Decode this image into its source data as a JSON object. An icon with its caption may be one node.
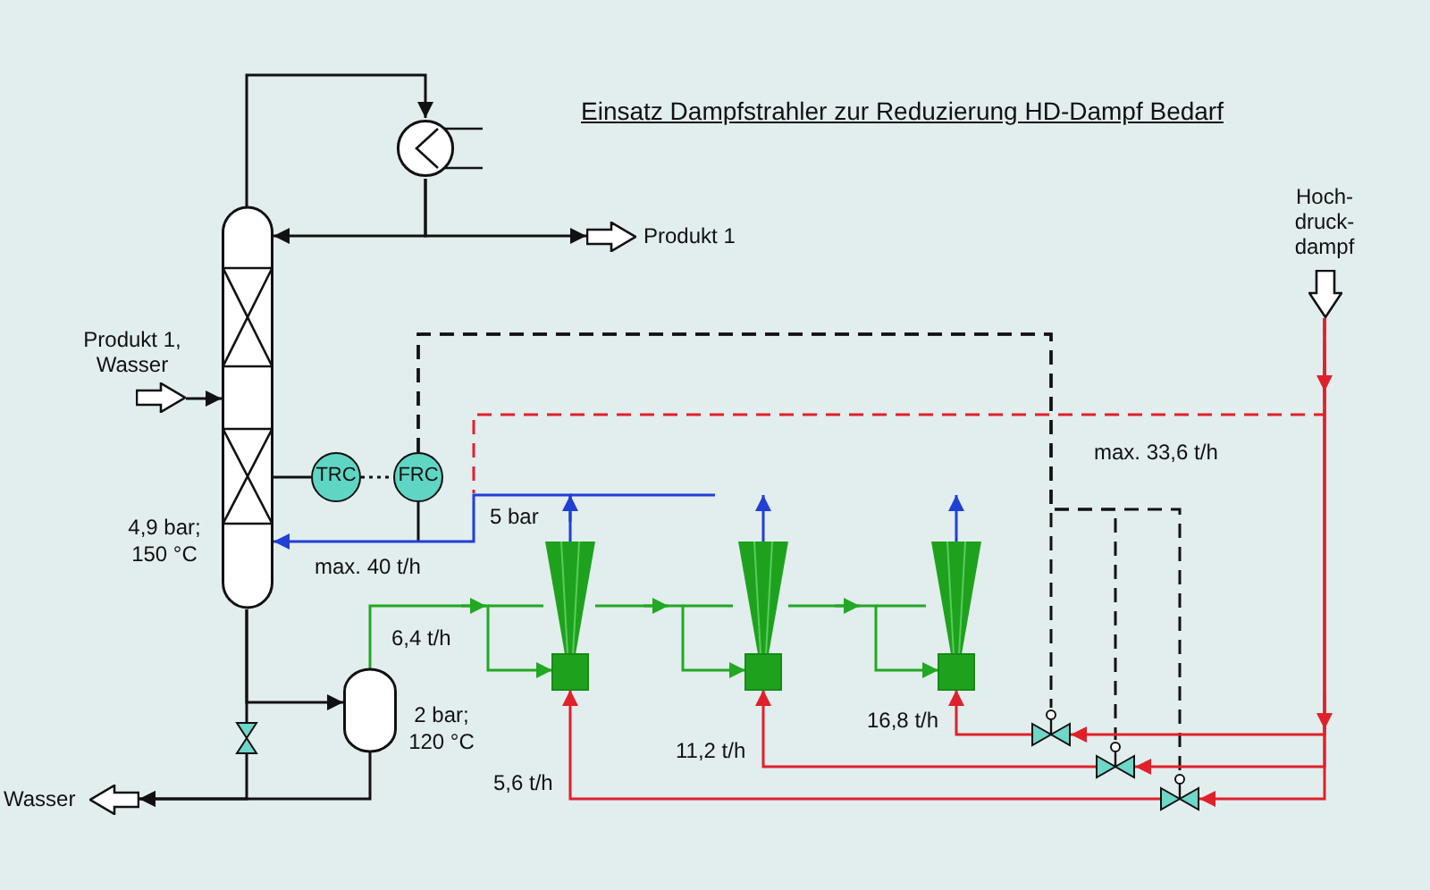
{
  "diagram": {
    "title": "Einsatz Dampfstrahler zur Reduzierung HD-Dampf Bedarf",
    "nodes": [
      {
        "text": [],
        "shape": "column",
        "beside": [
          "4,9 bar; 150 °C"
        ]
      },
      {
        "text": [],
        "shape": "circle"
      },
      {
        "text": [
          "Produkt 1"
        ]
      },
      {
        "text": [
          "Produkt 1, Wasser"
        ]
      },
      {
        "text": [
          "TRC"
        ]
      },
      {
        "text": [
          "FRC"
        ]
      },
      {
        "text": [
          "Hoch- druck- dampf"
        ]
      },
      {
        "text": [],
        "shape": "cylinder",
        "beside": [
          "2 bar; 120 °C"
        ]
      },
      {
        "text": [],
        "shape": "valve"
      },
      {
        "text": [
          "Wasser"
        ]
      },
      {
        "text": [],
        "shape": "ejector"
      },
      {
        "text": [],
        "shape": "ejector"
      },
      {
        "text": [],
        "shape": "ejector"
      },
      {
        "text": [],
        "shape": "valve"
      },
      {
        "text": [],
        "shape": "valve"
      },
      {
        "text": [],
        "shape": "valve"
      }
    ],
    "edges": [
      {
        "from": 0,
        "to": 1,
        "arrow": "to"
      },
      {
        "from": 1,
        "to": 0,
        "arrow": "to"
      },
      {
        "from": 1,
        "to": 2,
        "arrow": "to"
      },
      {
        "from": 3,
        "to": 0,
        "arrow": "to"
      },
      {
        "from": 0,
        "to": 4,
        "arrow": "none"
      },
      {
        "from": 4,
        "to": 5,
        "arrow": "none",
        "style": "dashed"
      },
      {
        "from": 5,
        "to": null,
        "arrow": "none"
      },
      {
        "from": 5,
        "to": 13,
        "arrow": "none",
        "style": "dashed"
      },
      {
        "from": 5,
        "to": 14,
        "arrow": "none",
        "style": "dashed"
      },
      {
        "from": 5,
        "to": 15,
        "arrow": "none",
        "style": "dashed"
      },
      {
        "from": 0,
        "to": 8,
        "arrow": "none"
      },
      {
        "from": 0,
        "to": 7,
        "arrow": "to"
      },
      {
        "from": 8,
        "to": 9,
        "arrow": "to"
      },
      {
        "from": 7,
        "to": 9,
        "arrow": "to"
      },
      {
        "from": 7,
        "to": 10,
        "arrow": "to",
        "label": "6,4 t/h",
        "color": "#22a822"
      },
      {
        "from": 10,
        "to": 11,
        "arrow": "to",
        "color": "#22a822"
      },
      {
        "from": 11,
        "to": 12,
        "arrow": "to",
        "color": "#22a822"
      },
      {
        "from": 6,
        "to": 13,
        "arrow": "to",
        "color": "#e0202a"
      },
      {
        "from": 6,
        "to": 14,
        "arrow": "to",
        "color": "#e0202a"
      },
      {
        "from": 6,
        "to": 15,
        "arrow": "to",
        "color": "#e0202a"
      },
      {
        "from": 13,
        "to": 12,
        "arrow": "to",
        "label": "16,8 t/h",
        "color": "#e0202a"
      },
      {
        "from": 14,
        "to": 11,
        "arrow": "to",
        "label": "11,2 t/h",
        "color": "#e0202a"
      },
      {
        "from": 15,
        "to": 10,
        "arrow": "to",
        "label": "5,6 t/h",
        "color": "#e0202a"
      },
      {
        "from": 10,
        "to": 0,
        "arrow": "to",
        "label": "max. 40 t/h",
        "color": "#1f3fd6"
      },
      {
        "from": 11,
        "to": null,
        "arrow": "to",
        "color": "#1f3fd6"
      },
      {
        "from": 12,
        "to": null,
        "arrow": "to",
        "color": "#1f3fd6"
      },
      {
        "from": 6,
        "to": null,
        "arrow": "none",
        "style": "dashed",
        "label": "max. 33,6 t/h",
        "color": "#e0202a"
      }
    ],
    "labels": [
      "5 bar"
    ]
  }
}
